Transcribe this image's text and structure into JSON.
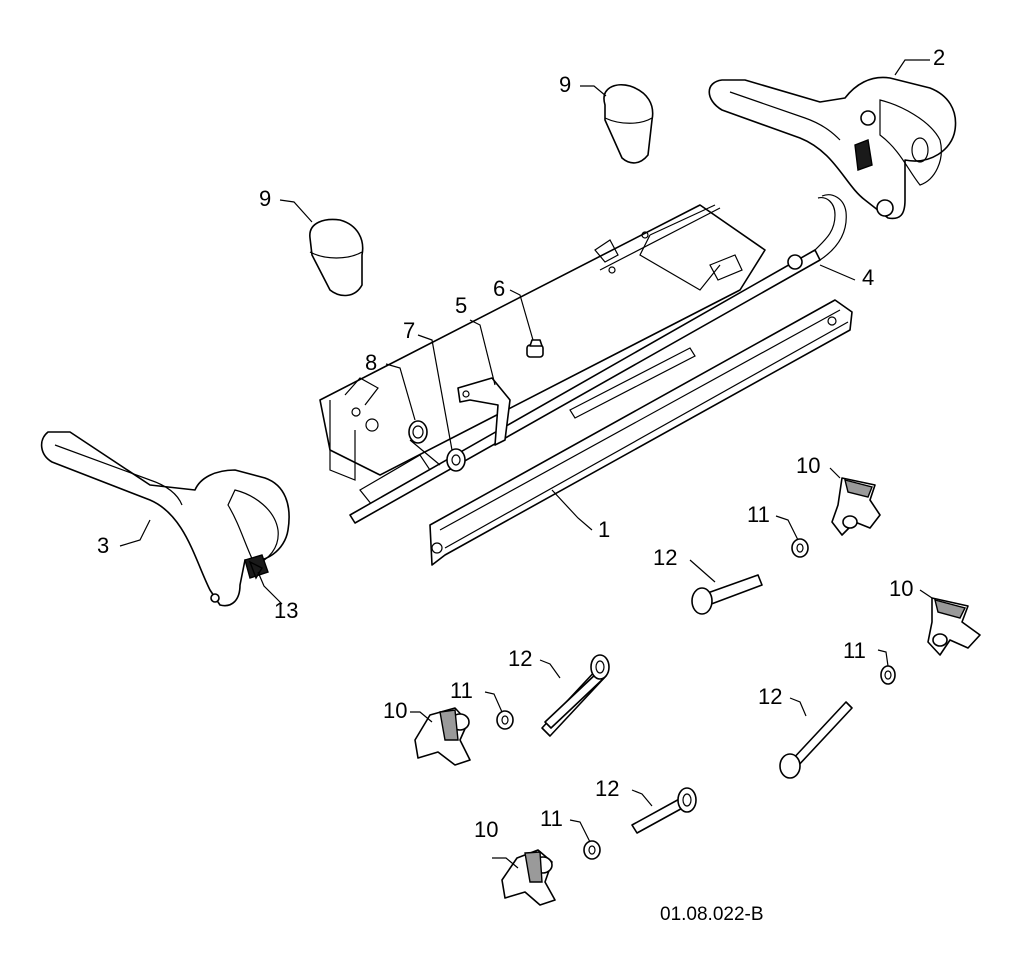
{
  "drawing_number": "01.08.022-B",
  "callouts": {
    "c1": "1",
    "c2": "2",
    "c3": "3",
    "c4": "4",
    "c5": "5",
    "c6": "6",
    "c7": "7",
    "c8": "8",
    "c9a": "9",
    "c9b": "9",
    "c10a": "10",
    "c10b": "10",
    "c10c": "10",
    "c10d": "10",
    "c11a": "11",
    "c11b": "11",
    "c11c": "11",
    "c11d": "11",
    "c12a": "12",
    "c12b": "12",
    "c12c": "12",
    "c12d": "12",
    "c13": "13"
  }
}
